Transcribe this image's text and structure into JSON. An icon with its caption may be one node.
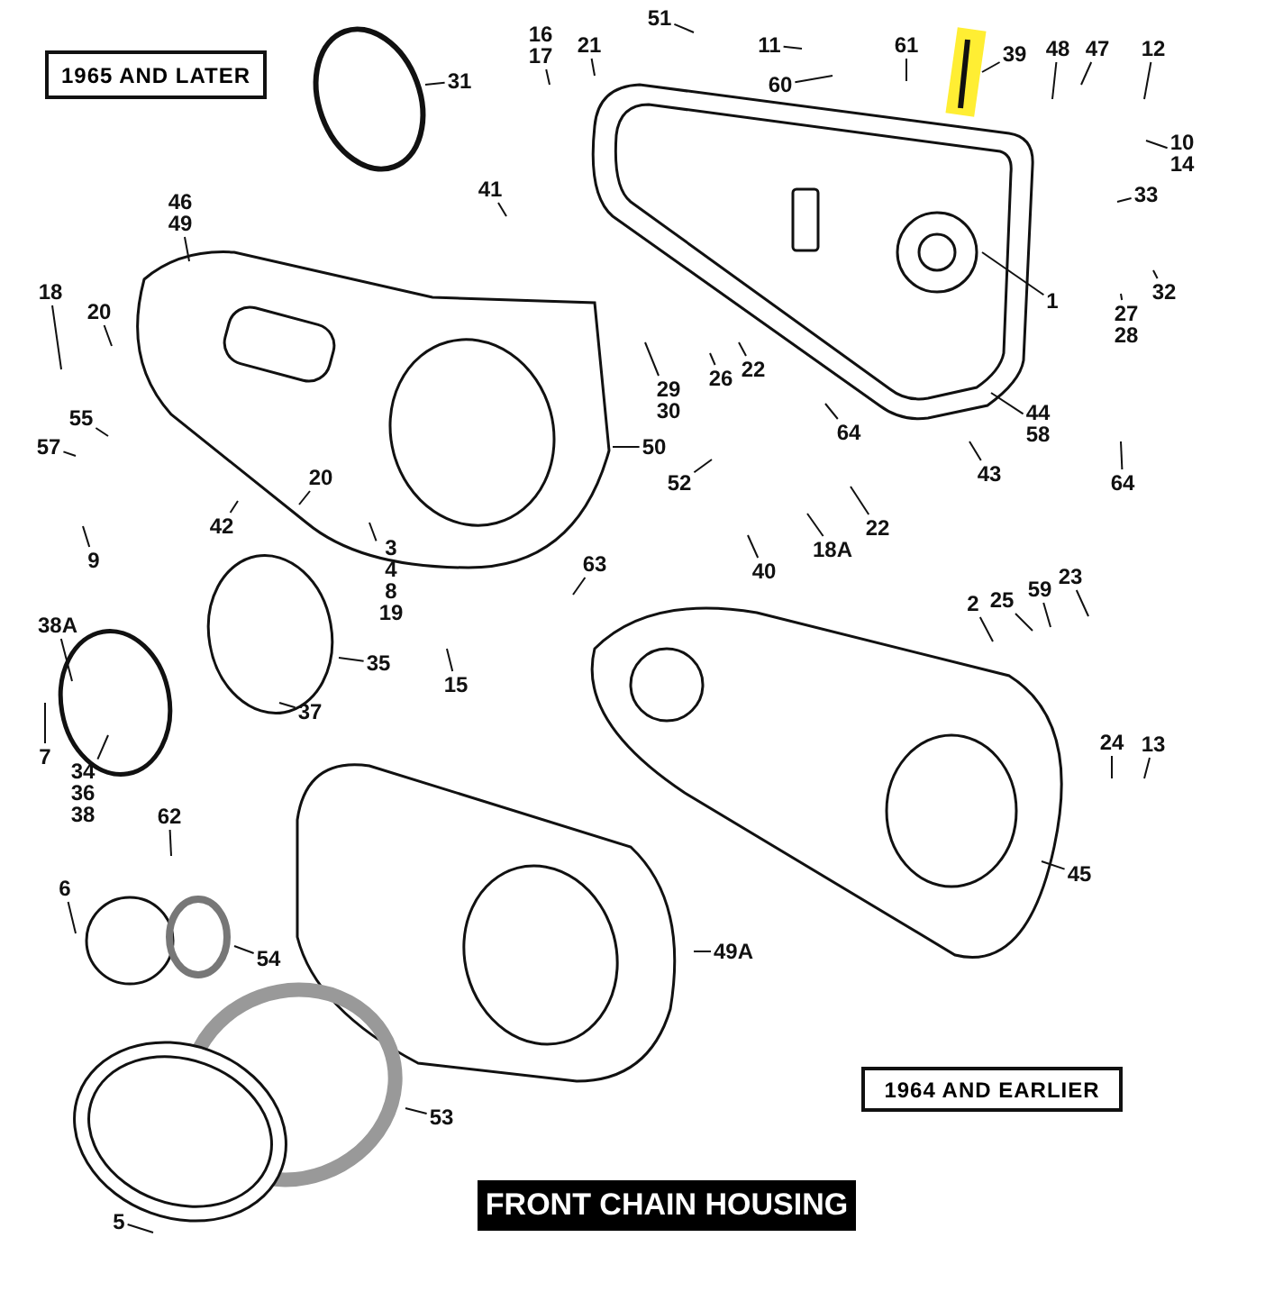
{
  "diagram": {
    "title": "FRONT CHAIN HOUSING",
    "nodes": [
      {
        "text": [
          "1965 AND LATER"
        ]
      },
      {
        "text": [
          "16 17"
        ]
      },
      {
        "text": [
          "21"
        ]
      },
      {
        "text": [
          "51"
        ]
      },
      {
        "text": [
          "11"
        ]
      },
      {
        "text": [
          "60"
        ]
      },
      {
        "text": [
          "61"
        ]
      },
      {
        "text": [
          "39"
        ]
      },
      {
        "text": [
          "48"
        ]
      },
      {
        "text": [
          "47"
        ]
      },
      {
        "text": [
          "12"
        ]
      },
      {
        "text": [
          "31"
        ]
      },
      {
        "text": [
          "10 14"
        ]
      },
      {
        "text": [
          "33"
        ]
      },
      {
        "text": [
          "41"
        ]
      },
      {
        "text": [
          "46 49"
        ]
      },
      {
        "text": [
          "1"
        ]
      },
      {
        "text": [
          "32"
        ]
      },
      {
        "text": [
          "27 28"
        ]
      },
      {
        "text": [
          "18"
        ]
      },
      {
        "text": [
          "20"
        ]
      },
      {
        "text": [
          "29 30"
        ]
      },
      {
        "text": [
          "26"
        ]
      },
      {
        "text": [
          "22"
        ]
      },
      {
        "text": [
          "44 58"
        ]
      },
      {
        "text": [
          "64"
        ]
      },
      {
        "text": [
          "43"
        ]
      },
      {
        "text": [
          "64"
        ]
      },
      {
        "text": [
          "50"
        ]
      },
      {
        "text": [
          "52"
        ]
      },
      {
        "text": [
          "55"
        ]
      },
      {
        "text": [
          "57"
        ]
      },
      {
        "text": [
          "20"
        ]
      },
      {
        "text": [
          "42"
        ]
      },
      {
        "text": [
          "22"
        ]
      },
      {
        "text": [
          "18A"
        ]
      },
      {
        "text": [
          "9"
        ]
      },
      {
        "text": [
          "40"
        ]
      },
      {
        "text": [
          "3 4 8 19"
        ]
      },
      {
        "text": [
          "63"
        ]
      },
      {
        "text": [
          "2"
        ]
      },
      {
        "text": [
          "25"
        ]
      },
      {
        "text": [
          "59"
        ]
      },
      {
        "text": [
          "23"
        ]
      },
      {
        "text": [
          "38A"
        ]
      },
      {
        "text": [
          "35"
        ]
      },
      {
        "text": [
          "15"
        ]
      },
      {
        "text": [
          "37"
        ]
      },
      {
        "text": [
          "7"
        ]
      },
      {
        "text": [
          "24"
        ]
      },
      {
        "text": [
          "13"
        ]
      },
      {
        "text": [
          "34 36 38"
        ]
      },
      {
        "text": [
          "62"
        ]
      },
      {
        "text": [
          "45"
        ]
      },
      {
        "text": [
          "6"
        ]
      },
      {
        "text": [
          "54"
        ]
      },
      {
        "text": [
          "49A"
        ]
      },
      {
        "text": [
          "53"
        ]
      },
      {
        "text": [
          "1964 AND EARLIER"
        ]
      },
      {
        "text": [
          "5"
        ]
      }
    ],
    "edges": [
      {
        "from": 1,
        "to": null,
        "arrow": "none"
      },
      {
        "from": 2,
        "to": null,
        "arrow": "none"
      },
      {
        "from": 3,
        "to": null,
        "arrow": "none"
      },
      {
        "from": 4,
        "to": null,
        "arrow": "none"
      },
      {
        "from": 5,
        "to": null,
        "arrow": "none"
      },
      {
        "from": 6,
        "to": null,
        "arrow": "none"
      },
      {
        "from": 7,
        "to": null,
        "arrow": "none"
      },
      {
        "from": 8,
        "to": null,
        "arrow": "none"
      },
      {
        "from": 9,
        "to": null,
        "arrow": "none"
      },
      {
        "from": 10,
        "to": null,
        "arrow": "none"
      },
      {
        "from": 11,
        "to": null,
        "arrow": "none"
      },
      {
        "from": 12,
        "to": null,
        "arrow": "none"
      },
      {
        "from": 13,
        "to": null,
        "arrow": "none"
      },
      {
        "from": 14,
        "to": null,
        "arrow": "none"
      },
      {
        "from": 15,
        "to": null,
        "arrow": "none"
      },
      {
        "from": 16,
        "to": null,
        "arrow": "none"
      },
      {
        "from": 17,
        "to": null,
        "arrow": "none"
      },
      {
        "from": 18,
        "to": null,
        "arrow": "none"
      },
      {
        "from": 19,
        "to": null,
        "arrow": "none"
      },
      {
        "from": 20,
        "to": null,
        "arrow": "none"
      },
      {
        "from": 21,
        "to": null,
        "arrow": "none"
      },
      {
        "from": 22,
        "to": null,
        "arrow": "none"
      },
      {
        "from": 23,
        "to": null,
        "arrow": "none"
      },
      {
        "from": 24,
        "to": null,
        "arrow": "none"
      },
      {
        "from": 25,
        "to": null,
        "arrow": "none"
      },
      {
        "from": 26,
        "to": null,
        "arrow": "none"
      },
      {
        "from": 27,
        "to": null,
        "arrow": "none"
      },
      {
        "from": 28,
        "to": null,
        "arrow": "none"
      },
      {
        "from": 29,
        "to": null,
        "arrow": "none"
      },
      {
        "from": 30,
        "to": null,
        "arrow": "none"
      },
      {
        "from": 31,
        "to": null,
        "arrow": "none"
      },
      {
        "from": 32,
        "to": null,
        "arrow": "none"
      },
      {
        "from": 33,
        "to": null,
        "arrow": "none"
      },
      {
        "from": 34,
        "to": null,
        "arrow": "none"
      },
      {
        "from": 35,
        "to": null,
        "arrow": "none"
      },
      {
        "from": 36,
        "to": null,
        "arrow": "none"
      },
      {
        "from": 37,
        "to": null,
        "arrow": "none"
      },
      {
        "from": 38,
        "to": null,
        "arrow": "none"
      },
      {
        "from": 39,
        "to": null,
        "arrow": "none"
      },
      {
        "from": 40,
        "to": null,
        "arrow": "none"
      },
      {
        "from": 41,
        "to": null,
        "arrow": "none"
      },
      {
        "from": 42,
        "to": null,
        "arrow": "none"
      },
      {
        "from": 43,
        "to": null,
        "arrow": "none"
      },
      {
        "from": 44,
        "to": null,
        "arrow": "none"
      },
      {
        "from": 45,
        "to": null,
        "arrow": "none"
      },
      {
        "from": 46,
        "to": null,
        "arrow": "none"
      },
      {
        "from": 47,
        "to": null,
        "arrow": "none"
      },
      {
        "from": 48,
        "to": null,
        "arrow": "none"
      },
      {
        "from": 49,
        "to": null,
        "arrow": "none"
      },
      {
        "from": 50,
        "to": null,
        "arrow": "none"
      },
      {
        "from": 51,
        "to": null,
        "arrow": "none"
      },
      {
        "from": 52,
        "to": null,
        "arrow": "none"
      },
      {
        "from": 53,
        "to": null,
        "arrow": "none"
      },
      {
        "from": 54,
        "to": null,
        "arrow": "none"
      },
      {
        "from": 55,
        "to": null,
        "arrow": "none"
      },
      {
        "from": 56,
        "to": null,
        "arrow": "none"
      },
      {
        "from": 57,
        "to": null,
        "arrow": "none"
      },
      {
        "from": 59,
        "to": null,
        "arrow": "none"
      }
    ]
  }
}
